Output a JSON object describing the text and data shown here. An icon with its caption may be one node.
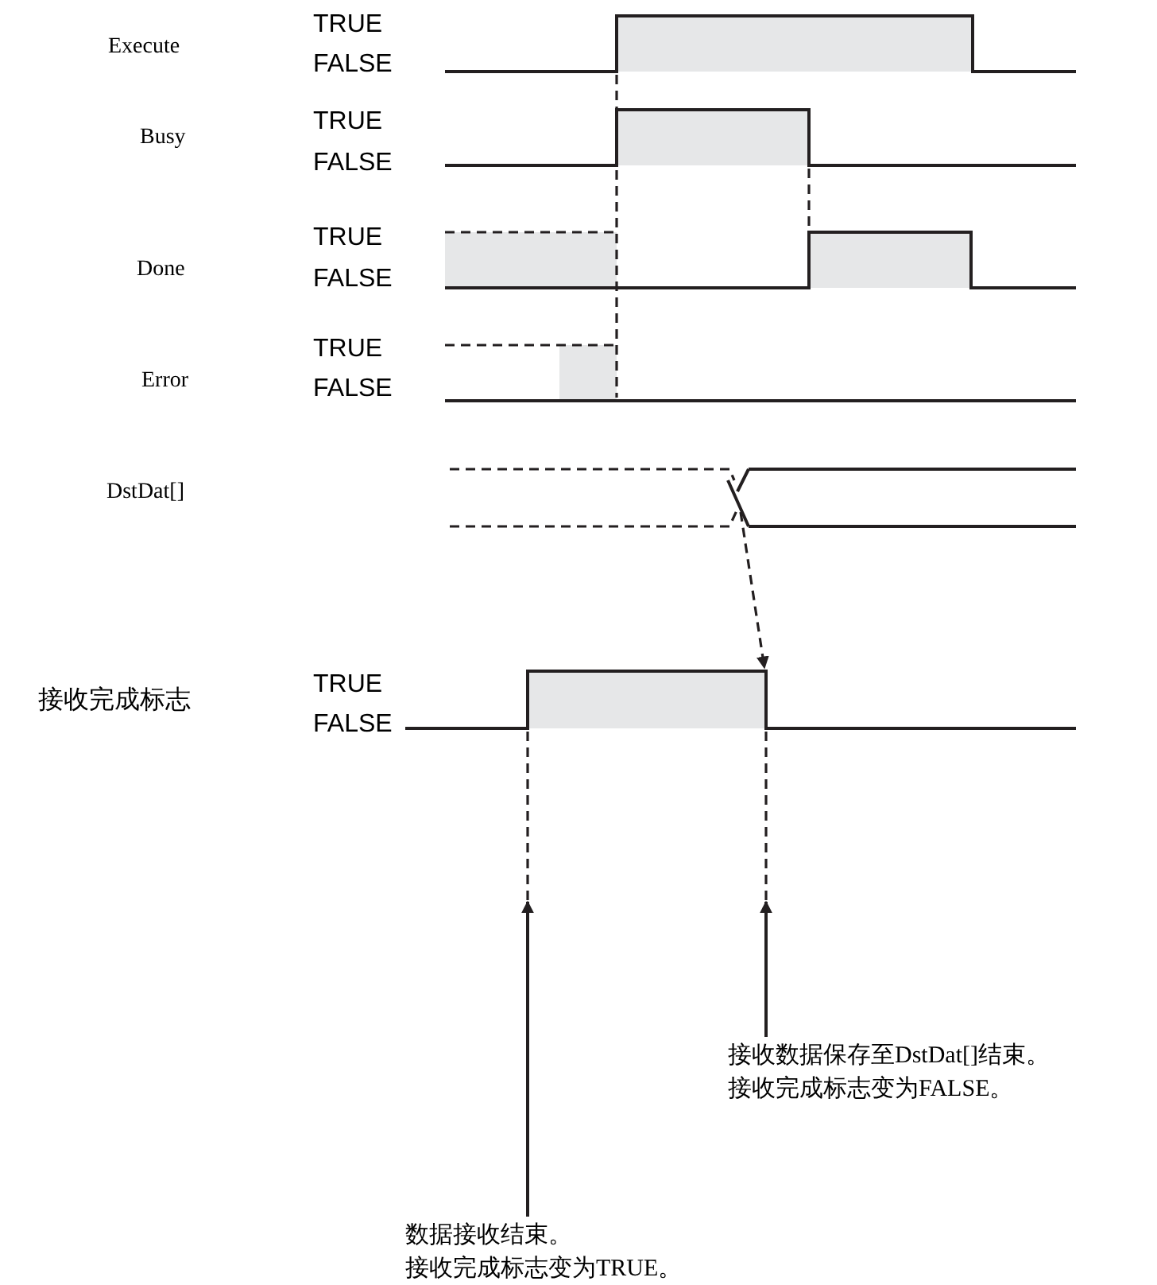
{
  "diagram": {
    "nodes": [
      {
        "text": [
          "数据接收结束。",
          "接收完成标志变为TRUE。"
        ]
      },
      {
        "text": [
          "接收数据保存至DstDat[]结束。",
          "接收完成标志变为FALSE。"
        ]
      }
    ],
    "edges": [
      {
        "from": 0,
        "to": null,
        "arrow": "to"
      },
      {
        "from": 1,
        "to": null,
        "arrow": "to"
      }
    ],
    "labels": [
      "Execute",
      "TRUE",
      "FALSE",
      "Busy",
      "TRUE",
      "FALSE",
      "Done",
      "TRUE",
      "FALSE",
      "Error",
      "TRUE",
      "FALSE",
      "DstDat[]",
      "接收完成标志",
      "TRUE",
      "FALSE"
    ]
  }
}
